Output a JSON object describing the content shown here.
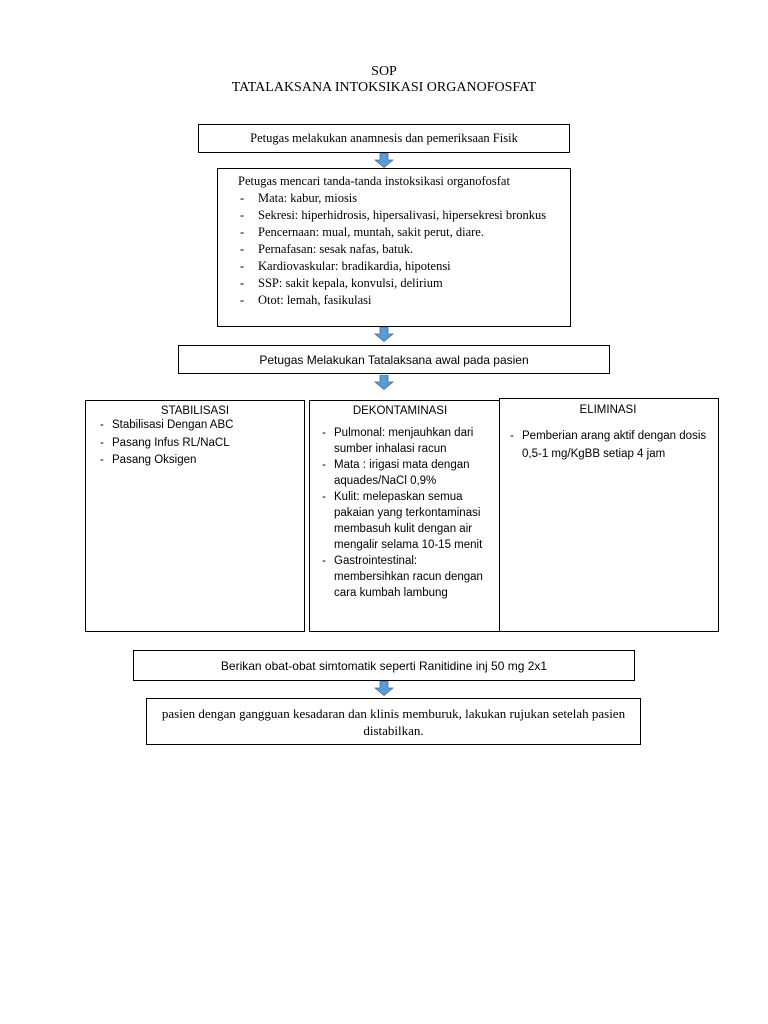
{
  "title": {
    "line1": "SOP",
    "line2": "TATALAKSANA INTOKSIKASI ORGANOFOSFAT"
  },
  "step1": "Petugas melakukan anamnesis dan pemeriksaan Fisik",
  "step2": {
    "heading": "Petugas mencari tanda-tanda instoksikasi organofosfat",
    "items": [
      "Mata: kabur, miosis",
      "Sekresi: hiperhidrosis, hipersalivasi, hipersekresi bronkus",
      "Pencernaan: mual, muntah, sakit perut, diare.",
      "Pernafasan: sesak nafas, batuk.",
      "Kardiovaskular: bradikardia, hipotensi",
      "SSP: sakit kepala, konvulsi, delirium",
      "Otot: lemah, fasikulasi"
    ]
  },
  "step3": "Petugas Melakukan Tatalaksana awal pada pasien",
  "stabilisasi": {
    "heading": "STABILISASI",
    "items": [
      "Stabilisasi Dengan ABC",
      "Pasang Infus RL/NaCL",
      "Pasang Oksigen"
    ]
  },
  "dekontaminasi": {
    "heading": "DEKONTAMINASI",
    "items": [
      "Pulmonal: menjauhkan dari sumber inhalasi racun",
      "Mata : irigasi mata dengan aquades/NaCl 0,9%",
      "Kulit: melepaskan semua pakaian yang terkontaminasi membasuh kulit dengan air mengalir selama 10-15 menit",
      "Gastrointestinal: membersihkan racun dengan cara kumbah lambung"
    ]
  },
  "eliminasi": {
    "heading": "ELIMINASI",
    "items": [
      "Pemberian arang aktif dengan dosis 0,5-1 mg/KgBB setiap 4 jam"
    ]
  },
  "step4": "Berikan obat-obat simtomatik seperti Ranitidine inj 50 mg 2x1",
  "step5": "pasien dengan gangguan kesadaran dan klinis memburuk, lakukan rujukan setelah pasien distabilkan.",
  "colors": {
    "arrow_fill": "#5b9bd5",
    "arrow_stroke": "#41719c"
  }
}
